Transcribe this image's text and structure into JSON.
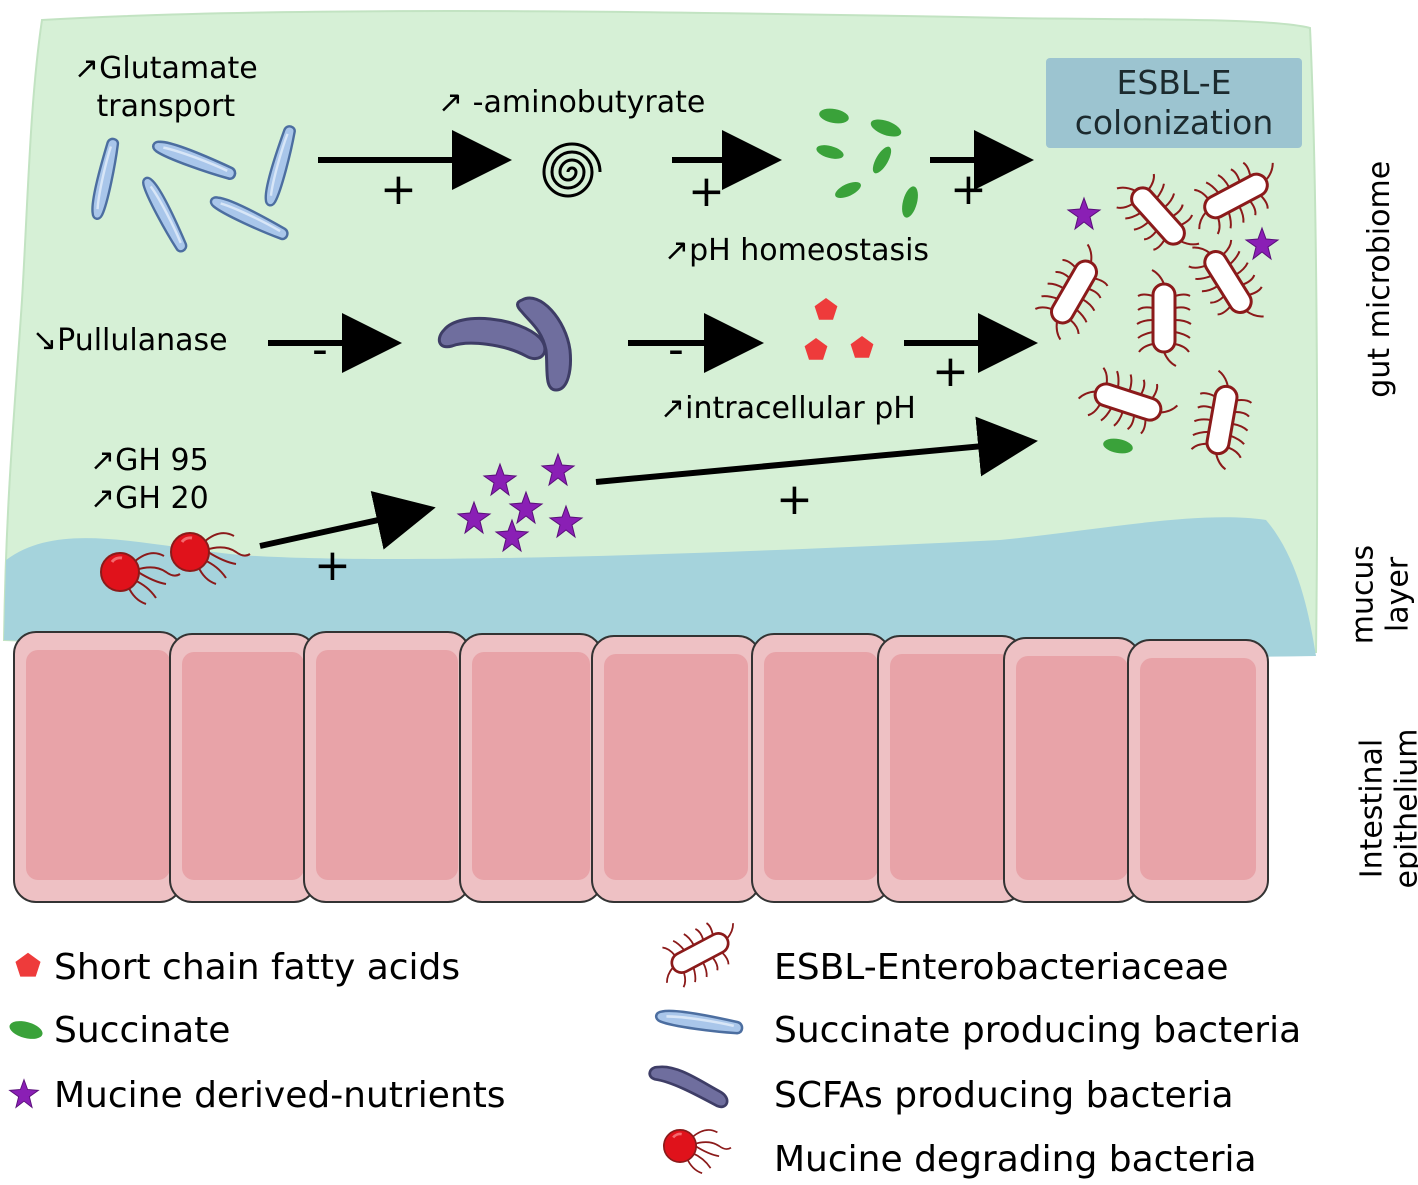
{
  "colors": {
    "microbiome_bg": "#d6f0d6",
    "mucus": "#a5d3dc",
    "epithelium_cell": "#eec1c4",
    "epithelium_core": "#e8a3a8",
    "esbl_box": "#9cc4d0",
    "scfa": "#ee3b3b",
    "succinate": "#3aa23a",
    "mucine_nutrient": "#8a1fb5",
    "esbl_bacteria": "#8b1a1a",
    "succinate_bacteria": "#a9c6ea",
    "scfa_bacteria": "#6f6e9e",
    "mucine_degrader": "#e0121b"
  },
  "labels": {
    "glutamate": [
      "↗Glutamate",
      "transport"
    ],
    "gaba": "↗  -aminobutyrate",
    "esbl_colonization": [
      "ESBL-E",
      "colonization"
    ],
    "ph_homeostasis": "↗pH homeostasis",
    "pullulanase": "↘Pullulanase",
    "intracellular_ph": "↗intracellular pH",
    "gh": [
      "↗GH 95",
      "↗GH 20"
    ]
  },
  "signs": {
    "row1": [
      "+",
      "+",
      "+"
    ],
    "row2": [
      "-",
      "-",
      "+"
    ],
    "row3": [
      "+",
      "+"
    ]
  },
  "side_labels": {
    "microbiome": "gut microbiome",
    "mucus": [
      "mucus",
      "layer"
    ],
    "epithelium": [
      "Intestinal",
      "epithelium"
    ]
  },
  "legend": {
    "left": [
      {
        "icon": "pentagon-icon",
        "label": "Short chain fatty acids"
      },
      {
        "icon": "succinate-oval-icon",
        "label": "Succinate"
      },
      {
        "icon": "star-icon",
        "label": "Mucine derived-nutrients"
      }
    ],
    "right": [
      {
        "icon": "esbl-bacterium-icon",
        "label": "ESBL-Enterobacteriaceae"
      },
      {
        "icon": "succinate-bacterium-icon",
        "label": "Succinate producing bacteria"
      },
      {
        "icon": "scfa-bacterium-icon",
        "label": "SCFAs producing bacteria"
      },
      {
        "icon": "mucine-degrader-icon",
        "label": "Mucine degrading bacteria"
      }
    ]
  }
}
